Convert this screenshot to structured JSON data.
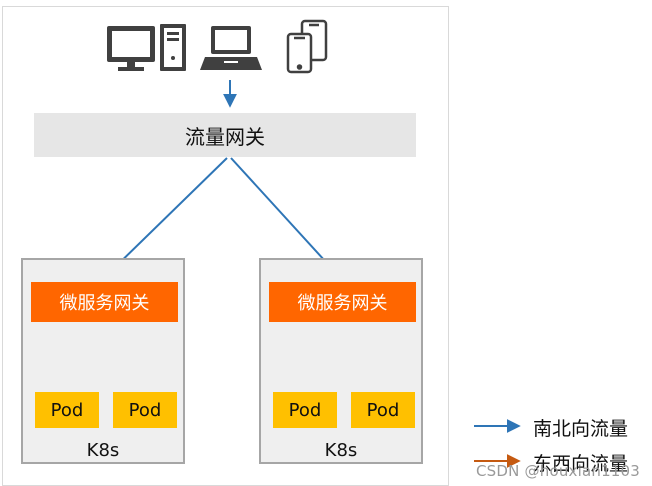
{
  "gateway": {
    "label": "流量网关"
  },
  "clusters": [
    {
      "gateway_label": "微服务网关",
      "pods": [
        "Pod",
        "Pod"
      ],
      "name": "K8s"
    },
    {
      "gateway_label": "微服务网关",
      "pods": [
        "Pod",
        "Pod"
      ],
      "name": "K8s"
    }
  ],
  "devices": {
    "icons": [
      "desktop-icon",
      "laptop-icon",
      "mobile-devices-icon"
    ]
  },
  "legend": [
    {
      "label": "南北向流量",
      "color": "#2e75b6"
    },
    {
      "label": "东西向流量",
      "color": "#c55a11"
    }
  ],
  "watermark": "CSDN @houxian1103",
  "colors": {
    "gateway_bg": "#e6e6e6",
    "micro_gateway": "#ff6600",
    "pod": "#ffc000",
    "cluster_bg": "#efefef",
    "cluster_border": "#a6a6a6",
    "icon": "#404040"
  }
}
